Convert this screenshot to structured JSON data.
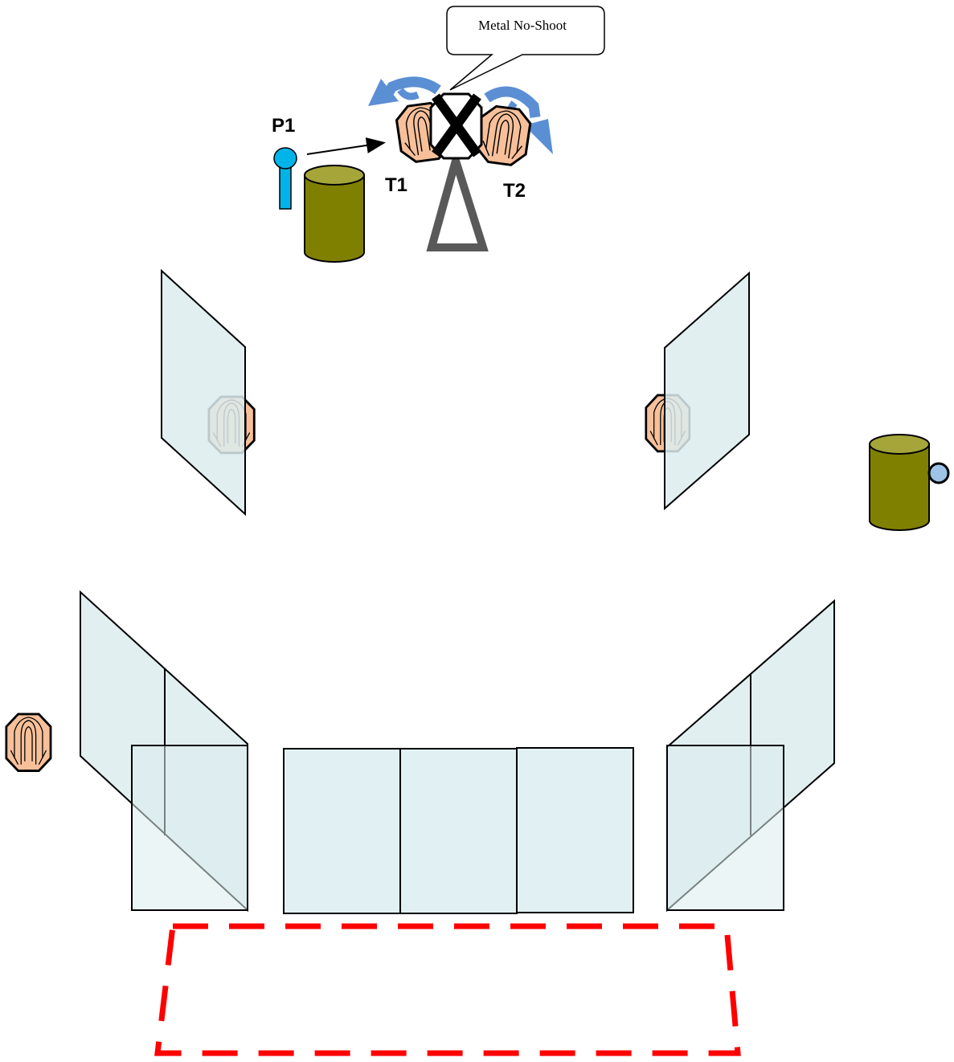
{
  "diagram": {
    "callout": {
      "text": "Metal No-Shoot"
    },
    "labels": {
      "p1": "P1",
      "t1": "T1",
      "t2": "T2"
    },
    "icons": {
      "target": "paper-target-icon",
      "no_shoot": "metal-no-shoot-icon",
      "shooter": "shooter-position-icon",
      "barrel": "barrel-icon",
      "swing_arrow": "swing-arrow-icon",
      "stand": "target-stand-icon",
      "shooting_box": "shooting-box-icon"
    },
    "colors": {
      "target_fill": "#f7c09a",
      "wall_fill": "#dcecef",
      "barrel_fill": "#808000",
      "barrel_top": "#a5a53a",
      "shooter_fill": "#00b4ea",
      "start_marker_fill": "#9dc3e6",
      "swing_arrow": "#5b8fd4",
      "stand_color": "#595959",
      "shooting_box": "#ff0000"
    }
  }
}
